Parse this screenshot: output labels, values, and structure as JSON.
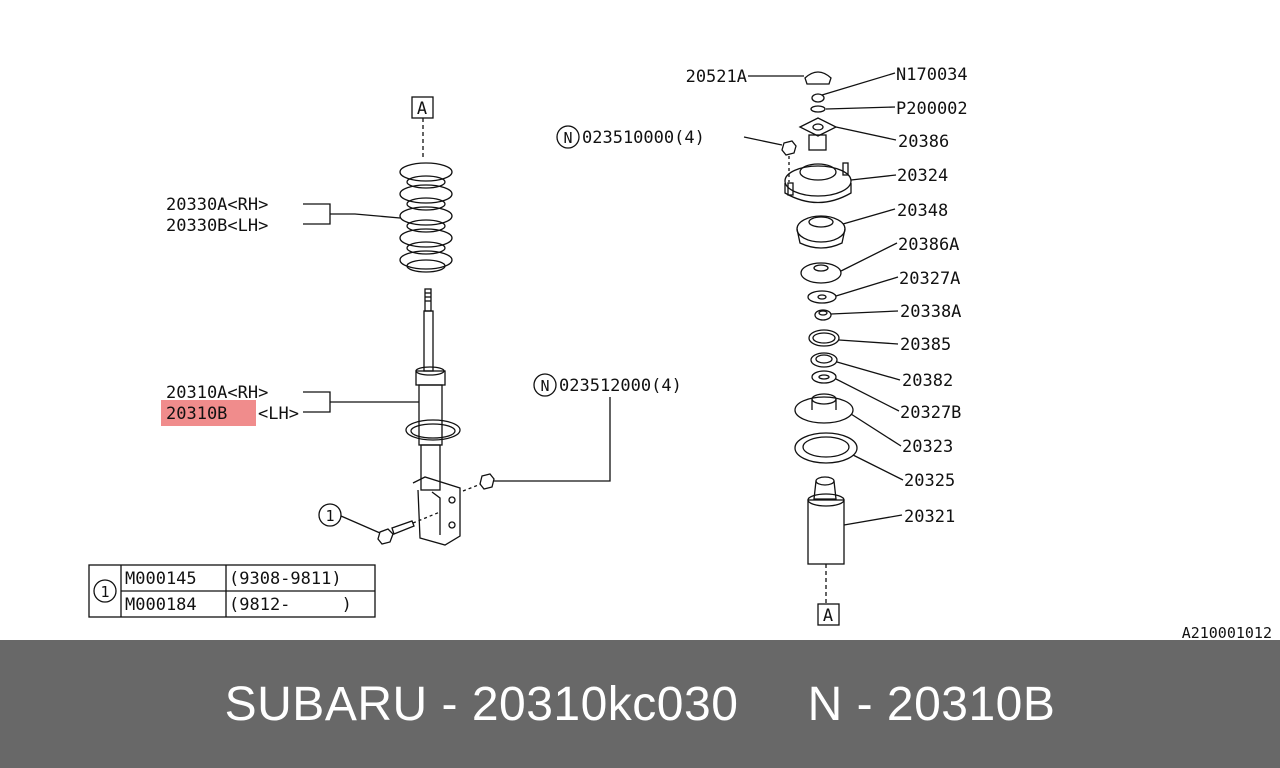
{
  "diagram": {
    "ref_top": "A",
    "ref_bottom": "A",
    "spring_rh": "20330A<RH>",
    "spring_lh": "20330B<LH>",
    "strut_rh": "20310A<RH>",
    "strut_lh_code": "20310B",
    "strut_lh_side": "<LH>",
    "bolt_callout": "1",
    "nut_lower": {
      "circle": "N",
      "text": "023512000(4)"
    },
    "nut_upper": {
      "circle": "N",
      "text": "023510000(4)"
    },
    "parts": [
      "20521A",
      "N170034",
      "P200002",
      "20386",
      "20324",
      "20348",
      "20386A",
      "20327A",
      "20338A",
      "20385",
      "20382",
      "20327B",
      "20323",
      "20325",
      "20321"
    ],
    "table": {
      "callout": "1",
      "rows": [
        {
          "code": "M000145",
          "range": "(9308-9811)"
        },
        {
          "code": "M000184",
          "range": "(9812-     )"
        }
      ]
    },
    "diagram_id": "A210001012"
  },
  "footer": {
    "text": "SUBARU - 20310kc030     N - 20310B"
  }
}
